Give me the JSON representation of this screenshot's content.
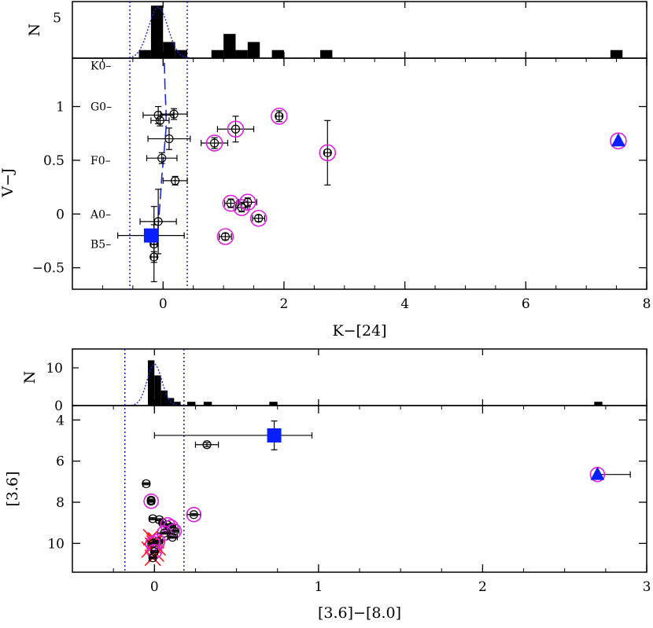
{
  "chart_data": [
    {
      "type": "scatter",
      "panel": "top",
      "xlabel": "K−[24]",
      "ylabel": "V−J",
      "hist_ylabel": "N",
      "xlim": [
        -1.5,
        8
      ],
      "ylim": [
        -0.7,
        1.45
      ],
      "x_ticks": [
        "0",
        "2",
        "4",
        "6",
        "8"
      ],
      "y_ticks": [
        "−0.5",
        "0",
        "0.5",
        "1"
      ],
      "hist_ticks": [
        "5"
      ],
      "hist_ylim": [
        0,
        7
      ],
      "spectral_types": [
        {
          "label": "K0",
          "y": 1.38
        },
        {
          "label": "G0",
          "y": 1.0
        },
        {
          "label": "F0",
          "y": 0.5
        },
        {
          "label": "A0",
          "y": 0.0
        },
        {
          "label": "B5",
          "y": -0.28
        }
      ],
      "bounds": [
        -0.55,
        0.4
      ],
      "histogram": [
        {
          "x0": -0.4,
          "x1": -0.2,
          "n": 1
        },
        {
          "x0": -0.2,
          "x1": 0.0,
          "n": 6.5
        },
        {
          "x0": 0.0,
          "x1": 0.2,
          "n": 2
        },
        {
          "x0": 0.2,
          "x1": 0.4,
          "n": 1
        },
        {
          "x0": 0.8,
          "x1": 1.0,
          "n": 1
        },
        {
          "x0": 1.0,
          "x1": 1.2,
          "n": 3
        },
        {
          "x0": 1.2,
          "x1": 1.4,
          "n": 1
        },
        {
          "x0": 1.4,
          "x1": 1.6,
          "n": 2
        },
        {
          "x0": 1.8,
          "x1": 2.0,
          "n": 1
        },
        {
          "x0": 2.6,
          "x1": 2.8,
          "n": 1
        },
        {
          "x0": 7.4,
          "x1": 7.6,
          "n": 1
        }
      ],
      "gaussian": {
        "mu": -0.08,
        "sigma": 0.16,
        "peak": 6.3
      },
      "model_curve": [
        [
          -0.1,
          -0.3
        ],
        [
          -0.08,
          -0.1
        ],
        [
          -0.05,
          0.1
        ],
        [
          -0.02,
          0.35
        ],
        [
          0.02,
          0.6
        ],
        [
          0.05,
          0.8
        ],
        [
          0.05,
          0.95
        ],
        [
          0.03,
          1.2
        ],
        [
          0.02,
          1.45
        ]
      ],
      "points": [
        {
          "x": -0.08,
          "y": 0.92,
          "xerr": 0.25,
          "yerr": 0.08
        },
        {
          "x": 0.18,
          "y": 0.93,
          "xerr": 0.22,
          "yerr": 0.05
        },
        {
          "x": -0.05,
          "y": 0.87,
          "xerr": 0.15,
          "yerr": 0.05
        },
        {
          "x": 0.1,
          "y": 0.7,
          "xerr": 0.35,
          "yerr": 0.1
        },
        {
          "x": -0.02,
          "y": 0.52,
          "xerr": 0.25,
          "yerr": 0.05
        },
        {
          "x": 0.2,
          "y": 0.31,
          "xerr": 0.2,
          "yerr": 0.04
        },
        {
          "x": -0.08,
          "y": -0.07,
          "xerr": 0.3,
          "yerr": 0.3
        },
        {
          "x": -0.15,
          "y": -0.25,
          "xerr": 0.05,
          "yerr": 0.15
        },
        {
          "x": -0.15,
          "y": -0.28,
          "xerr": 0.05,
          "yerr": 0.35
        },
        {
          "x": -0.15,
          "y": -0.4,
          "xerr": 0.05,
          "yerr": 0.05
        },
        {
          "x": 1.2,
          "y": 0.79,
          "xerr": 0.3,
          "yerr": 0.12,
          "flag": "ring"
        },
        {
          "x": 0.85,
          "y": 0.66,
          "xerr": 0.22,
          "yerr": 0.05,
          "flag": "ring"
        },
        {
          "x": 1.92,
          "y": 0.91,
          "xerr": 0.05,
          "yerr": 0.05,
          "flag": "ring"
        },
        {
          "x": 2.72,
          "y": 0.57,
          "xerr": 0.05,
          "yerr": 0.3,
          "flag": "ring"
        },
        {
          "x": 1.12,
          "y": 0.1,
          "xerr": 0.1,
          "yerr": 0.04,
          "flag": "ring"
        },
        {
          "x": 1.3,
          "y": 0.06,
          "xerr": 0.1,
          "yerr": 0.04,
          "flag": "ring"
        },
        {
          "x": 1.4,
          "y": 0.11,
          "xerr": 0.15,
          "yerr": 0.04,
          "flag": "ring"
        },
        {
          "x": 1.58,
          "y": -0.04,
          "xerr": 0.1,
          "yerr": 0.03,
          "flag": "ring"
        },
        {
          "x": 1.03,
          "y": -0.21,
          "xerr": 0.1,
          "yerr": 0.03,
          "flag": "ring"
        }
      ],
      "square": {
        "x": -0.2,
        "y": -0.2,
        "xerr_lo": 0.55,
        "xerr_hi": 0.55
      },
      "triangle": {
        "x": 7.53,
        "y": 0.68
      }
    },
    {
      "type": "scatter",
      "panel": "bottom",
      "xlabel": "[3.6]−[8.0]",
      "ylabel": "[3.6]",
      "hist_ylabel": "N",
      "xlim": [
        -0.5,
        3
      ],
      "ylim": [
        11.4,
        3.3
      ],
      "x_ticks": [
        "0",
        "1",
        "2",
        "3"
      ],
      "y_ticks": [
        "4",
        "6",
        "8",
        "10"
      ],
      "hist_ticks": [
        "0",
        "10"
      ],
      "hist_ylim": [
        0,
        15
      ],
      "bounds": [
        -0.18,
        0.18
      ],
      "histogram": [
        {
          "x0": -0.04,
          "x1": 0.0,
          "n": 12
        },
        {
          "x0": 0.0,
          "x1": 0.04,
          "n": 8
        },
        {
          "x0": 0.04,
          "x1": 0.08,
          "n": 4
        },
        {
          "x0": 0.08,
          "x1": 0.12,
          "n": 2
        },
        {
          "x0": 0.12,
          "x1": 0.16,
          "n": 1
        },
        {
          "x0": 0.2,
          "x1": 0.25,
          "n": 1
        },
        {
          "x0": 0.3,
          "x1": 0.35,
          "n": 1
        },
        {
          "x0": 0.7,
          "x1": 0.75,
          "n": 1
        },
        {
          "x0": 2.68,
          "x1": 2.73,
          "n": 1
        }
      ],
      "gaussian": {
        "mu": 0.0,
        "sigma": 0.045,
        "peak": 11
      },
      "points": [
        {
          "x": 0.32,
          "y": 5.2,
          "xerr": 0.07,
          "yerr": 0.1
        },
        {
          "x": -0.05,
          "y": 7.1,
          "xerr": 0.02,
          "yerr": 0.05
        },
        {
          "x": -0.02,
          "y": 7.9,
          "xerr": 0.02,
          "yerr": 0.05
        },
        {
          "x": -0.02,
          "y": 7.95,
          "xerr": 0.02,
          "yerr": 0.05,
          "flag": "ring"
        },
        {
          "x": -0.01,
          "y": 8.8,
          "xerr": 0.02,
          "yerr": 0.05
        },
        {
          "x": 0.03,
          "y": 8.85,
          "xerr": 0.02,
          "yerr": 0.05
        },
        {
          "x": 0.05,
          "y": 9.0,
          "xerr": 0.02,
          "yerr": 0.05
        },
        {
          "x": 0.24,
          "y": 8.6,
          "xerr": 0.04,
          "yerr": 0.05,
          "flag": "ring"
        },
        {
          "x": 0.08,
          "y": 9.1,
          "xerr": 0.04,
          "yerr": 0.05,
          "flag": "ring"
        },
        {
          "x": 0.1,
          "y": 9.2,
          "xerr": 0.03,
          "yerr": 0.05,
          "flag": "ring"
        },
        {
          "x": 0.12,
          "y": 9.4,
          "xerr": 0.03,
          "yerr": 0.05,
          "flag": "ring"
        },
        {
          "x": 0.06,
          "y": 9.5,
          "xerr": 0.04,
          "yerr": 0.05,
          "flag": "ring"
        },
        {
          "x": 0.11,
          "y": 9.7,
          "xerr": 0.03,
          "yerr": 0.05
        },
        {
          "x": 0.02,
          "y": 9.9,
          "xerr": 0.03,
          "yerr": 0.05,
          "flag": "ring"
        },
        {
          "x": -0.01,
          "y": 10.0,
          "xerr": 0.03,
          "yerr": 0.05,
          "flag": "ring"
        },
        {
          "x": 0.0,
          "y": 10.4,
          "xerr": 0.02,
          "yerr": 0.05,
          "flag": "ring"
        },
        {
          "x": -0.01,
          "y": 10.7,
          "xerr": 0.02,
          "yerr": 0.05
        }
      ],
      "crosses": [
        {
          "x": -0.02,
          "y": 9.7
        },
        {
          "x": 0.0,
          "y": 9.9
        },
        {
          "x": -0.01,
          "y": 10.1
        },
        {
          "x": 0.02,
          "y": 10.2
        },
        {
          "x": -0.03,
          "y": 10.3
        },
        {
          "x": 0.01,
          "y": 10.5
        },
        {
          "x": -0.01,
          "y": 10.7
        },
        {
          "x": 0.0,
          "y": 10.0
        },
        {
          "x": 0.01,
          "y": 9.85
        }
      ],
      "square": {
        "x": 0.73,
        "y": 4.75,
        "xerr_lo": 0.73,
        "xerr_hi": 0.23,
        "yerr_lo": 0.7,
        "yerr_hi": 0.7
      },
      "triangle": {
        "x": 2.7,
        "y": 6.65,
        "xerr_lo": 0.0,
        "xerr_hi": 0.2
      }
    }
  ],
  "colors": {
    "ring": "#e020e0",
    "square": "#0a1fff",
    "triangle": "#0a1fff",
    "cross": "#ff1a1a",
    "bounds": "#1010cc",
    "gauss": "#1a2ae0",
    "model": "#1a2ae0"
  }
}
